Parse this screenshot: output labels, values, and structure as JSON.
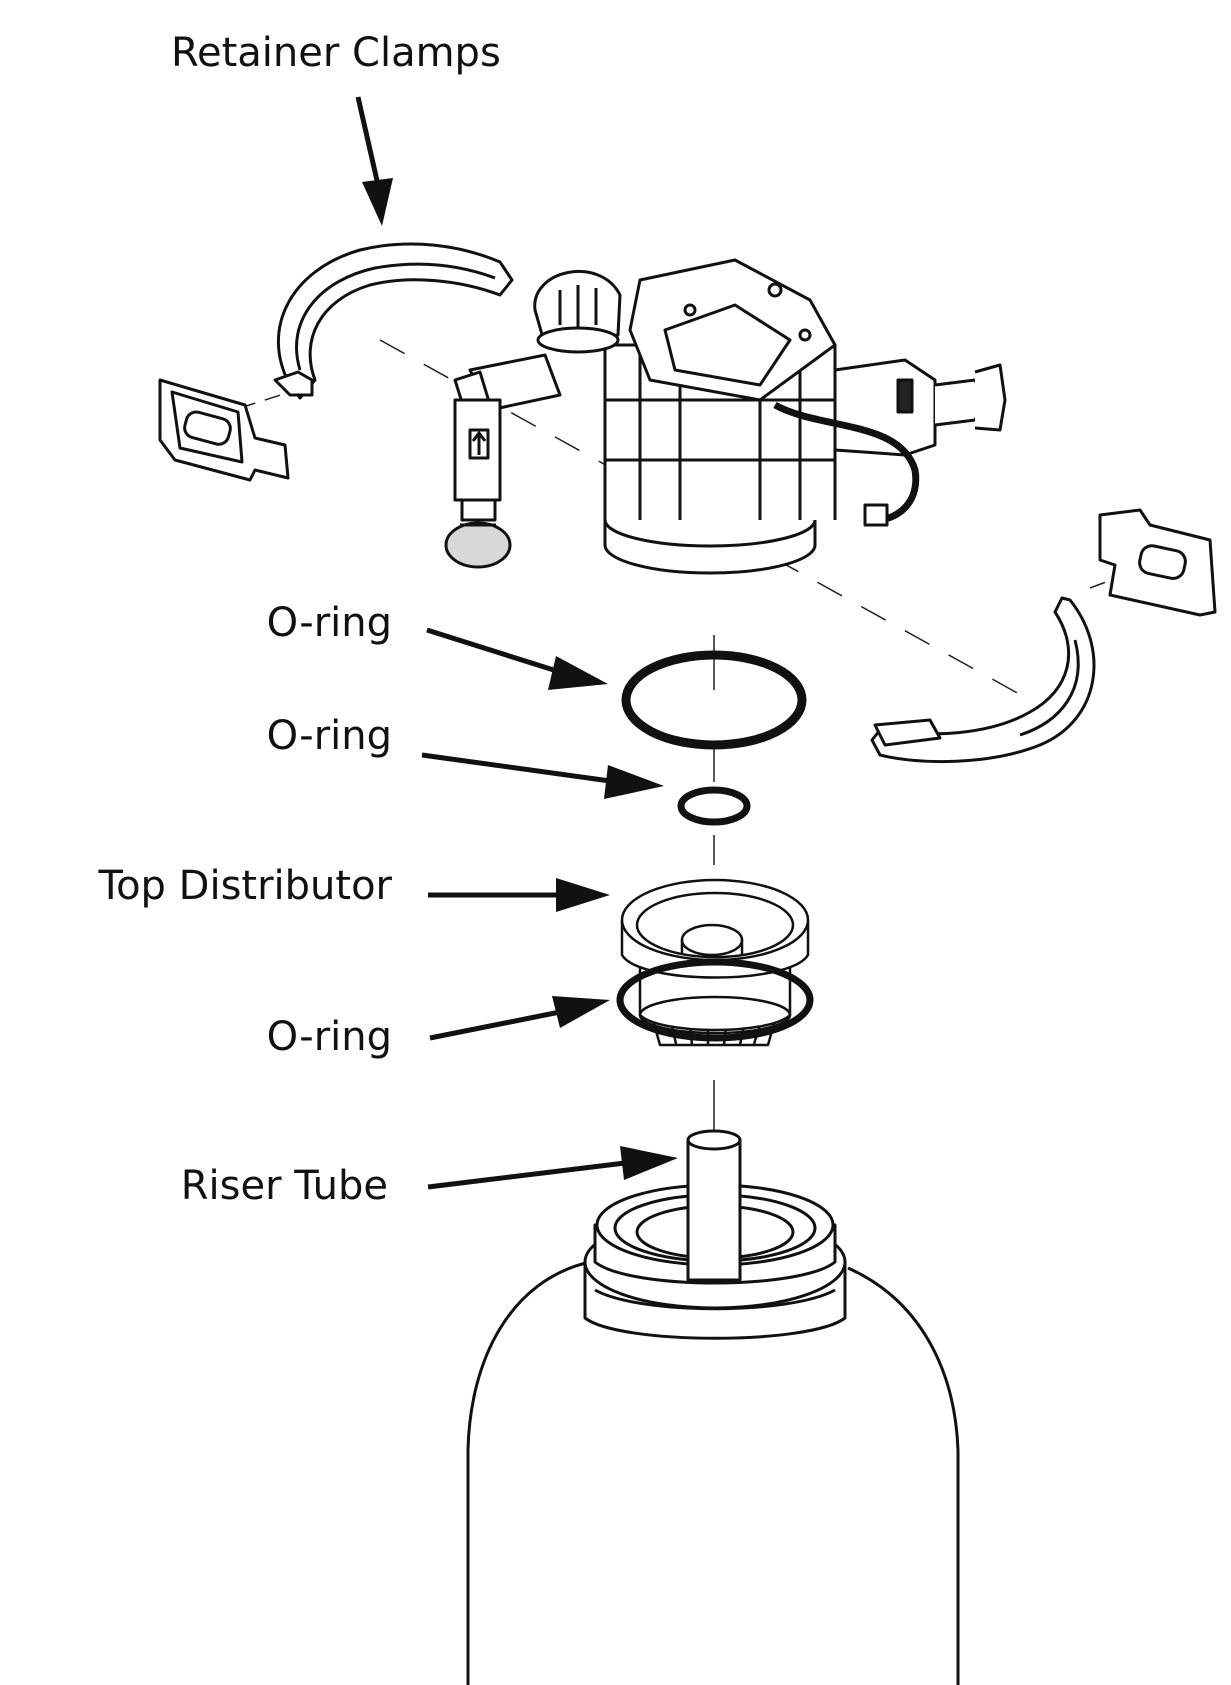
{
  "labels": {
    "retainer_clamps": "Retainer Clamps",
    "o_ring_large": "O-ring",
    "o_ring_small": "O-ring",
    "top_distributor": "Top Distributor",
    "o_ring_distributor": "O-ring",
    "riser_tube": "Riser Tube"
  },
  "colors": {
    "line": "#111111",
    "background": "#ffffff"
  }
}
